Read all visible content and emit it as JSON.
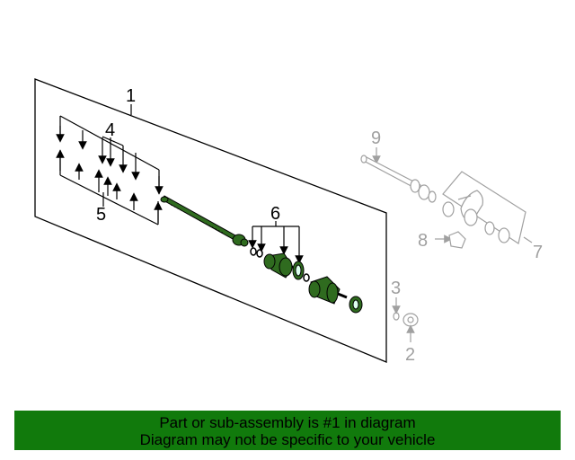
{
  "callouts": {
    "c1": "1",
    "c2": "2",
    "c3": "3",
    "c4": "4",
    "c5": "5",
    "c6": "6",
    "c7": "7",
    "c8": "8",
    "c9": "9"
  },
  "banner": {
    "line1": "Part or sub-assembly is #1 in diagram",
    "line2": "Diagram may not be specific to your vehicle"
  },
  "colors": {
    "part_fill": "#2f6b1f",
    "banner_bg": "#117a0c",
    "line": "#000000",
    "ghost": "#a0a0a0"
  }
}
